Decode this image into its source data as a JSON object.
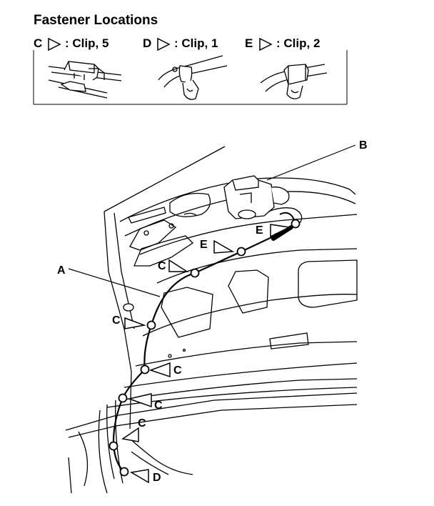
{
  "title": "Fastener Locations",
  "legend": [
    {
      "letter": "C",
      "text": ": Clip, 5"
    },
    {
      "letter": "D",
      "text": ": Clip, 1"
    },
    {
      "letter": "E",
      "text": ": Clip, 2"
    }
  ],
  "callouts": {
    "a": "A",
    "b": "B",
    "c": "C",
    "d": "D",
    "e": "E"
  },
  "colors": {
    "ink": "#000000",
    "paper": "#ffffff"
  }
}
